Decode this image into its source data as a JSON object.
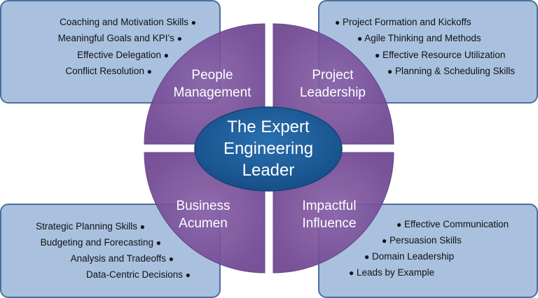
{
  "center": {
    "line1": "The Expert",
    "line2": "Engineering",
    "line3": "Leader"
  },
  "quadrants": {
    "top_left": {
      "line1": "People",
      "line2": "Management"
    },
    "top_right": {
      "line1": "Project",
      "line2": "Leadership"
    },
    "bottom_left": {
      "line1": "Business",
      "line2": "Acumen"
    },
    "bottom_right": {
      "line1": "Impactful",
      "line2": "Influence"
    }
  },
  "boxes": {
    "top_left": [
      "Coaching and Motivation Skills",
      "Meaningful Goals and KPI’s",
      "Effective Delegation",
      "Conflict Resolution"
    ],
    "top_right": [
      "Project Formation and Kickoffs",
      "Agile Thinking and Methods",
      "Effective Resource Utilization",
      "Planning & Scheduling Skills"
    ],
    "bottom_left": [
      "Strategic Planning Skills",
      "Budgeting and Forecasting",
      "Analysis and Tradeoffs",
      "Data-Centric Decisions"
    ],
    "bottom_right": [
      "Effective Communication",
      "Persuasion Skills",
      "Domain Leadership",
      "Leads by Example"
    ]
  },
  "colors": {
    "box_fill": "#a9c1df",
    "box_border": "#4b6f9c",
    "quadrant_fill": "#7a4f96",
    "center_fill": "#1d5c9a"
  }
}
